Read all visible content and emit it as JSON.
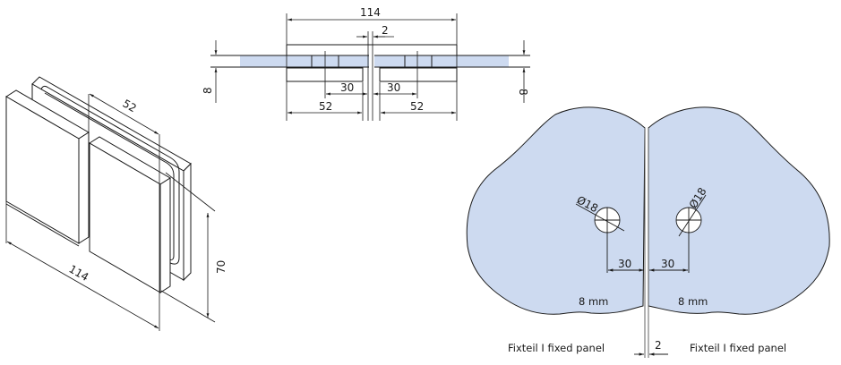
{
  "colors": {
    "glass": "#cddaf0",
    "line": "#1a1a1a",
    "background": "#ffffff"
  },
  "iso_view": {
    "dim_depth": "52",
    "dim_width": "114",
    "dim_height": "70"
  },
  "top_view": {
    "dim_total_width": "114",
    "dim_gap": "2",
    "dim_left_hole_offset": "30",
    "dim_right_hole_offset": "30",
    "dim_left_plate": "52",
    "dim_right_plate": "52",
    "dim_left_thickness": "8",
    "dim_right_thickness": "8"
  },
  "front_view": {
    "left_hole_diameter": "Ø18",
    "right_hole_diameter": "Ø18",
    "left_hole_offset": "30",
    "right_hole_offset": "30",
    "left_glass_thickness": "8 mm",
    "right_glass_thickness": "8 mm",
    "gap": "2",
    "left_panel_label": "Fixteil I fixed panel",
    "right_panel_label": "Fixteil I fixed panel"
  }
}
